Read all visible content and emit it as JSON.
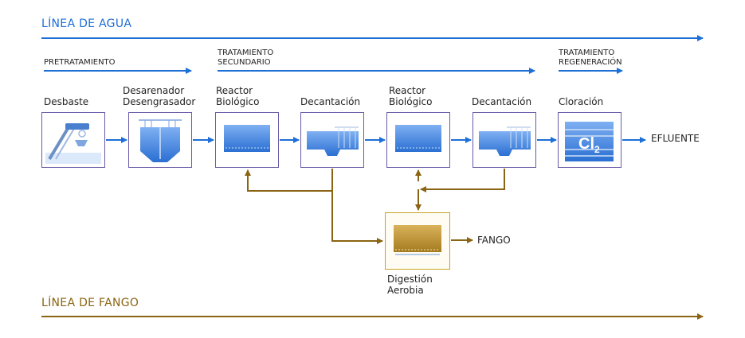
{
  "water_line": {
    "title": "LÍNEA DE AGUA"
  },
  "sludge_line": {
    "title": "LÍNEA DE FANGO"
  },
  "stages": {
    "pretreatment": "PRETRATAMIENTO",
    "secondary_1": "TRATAMIENTO",
    "secondary_2": "SECUNDARIO",
    "regeneration_1": "TRATAMIENTO",
    "regeneration_2": "REGENERACIÓN"
  },
  "processes": {
    "screening": "Desbaste",
    "degritting_1": "Desarenador",
    "degritting_2": "Desengrasador",
    "reactor1_1": "Reactor",
    "reactor1_2": "Biológico",
    "settling1": "Decantación",
    "reactor2_1": "Reactor",
    "reactor2_2": "Biológico",
    "settling2": "Decantación",
    "chlorination": "Cloración",
    "digestion_1": "Digestión",
    "digestion_2": "Aerobia"
  },
  "outputs": {
    "effluent": "EFLUENTE",
    "sludge": "FANGO"
  },
  "chlorine_symbol": "Cl",
  "chlorine_subscript": "2",
  "colors": {
    "water": "#1d6fd6",
    "sludge": "#8a6412",
    "box_border": "#6a5aa8",
    "digestion_border": "#c9a227"
  }
}
